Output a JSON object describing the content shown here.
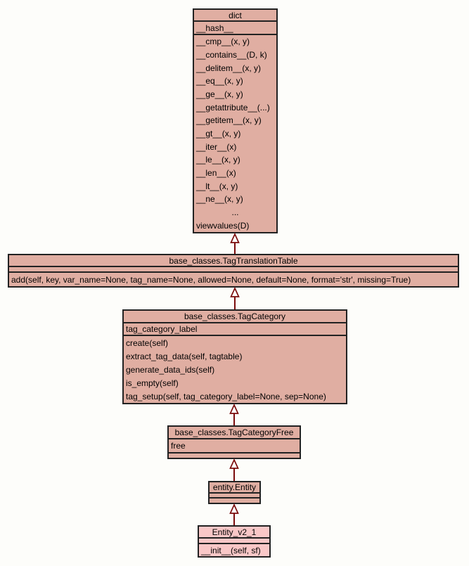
{
  "diagram": {
    "kind": "uml-class-inheritance-diagram",
    "colors": {
      "background": "#fdfdfa",
      "box_fill": "#e0aea2",
      "highlight_fill": "#f9c7c7",
      "border": "#222222",
      "arrow": "#7b0c0c"
    },
    "classes": [
      {
        "name": "dict",
        "attributes": [
          "__hash__"
        ],
        "methods": [
          "__cmp__(x, y)",
          "__contains__(D, k)",
          "__delitem__(x, y)",
          "__eq__(x, y)",
          "__ge__(x, y)",
          "__getattribute__(...)",
          "__getitem__(x, y)",
          "__gt__(x, y)",
          "__iter__(x)",
          "__le__(x, y)",
          "__len__(x)",
          "__lt__(x, y)",
          "__ne__(x, y)",
          "...",
          "viewvalues(D)"
        ]
      },
      {
        "name": "base_classes.TagTranslationTable",
        "attributes": [],
        "methods": [
          "add(self, key, var_name=None, tag_name=None, allowed=None, default=None, format='str', missing=True)"
        ]
      },
      {
        "name": "base_classes.TagCategory",
        "attributes": [
          "tag_category_label"
        ],
        "methods": [
          "create(self)",
          "extract_tag_data(self, tagtable)",
          "generate_data_ids(self)",
          "is_empty(self)",
          "tag_setup(self, tag_category_label=None, sep=None)"
        ]
      },
      {
        "name": "base_classes.TagCategoryFree",
        "attributes": [
          "free"
        ],
        "methods": []
      },
      {
        "name": "entity.Entity",
        "attributes": [],
        "methods": []
      },
      {
        "name": "Entity_v2_1",
        "attributes": [],
        "methods": [
          "__init__(self, sf)"
        ]
      }
    ],
    "edges": [
      {
        "child": "base_classes.TagTranslationTable",
        "parent": "dict",
        "relation": "inherits"
      },
      {
        "child": "base_classes.TagCategory",
        "parent": "base_classes.TagTranslationTable",
        "relation": "inherits"
      },
      {
        "child": "base_classes.TagCategoryFree",
        "parent": "base_classes.TagCategory",
        "relation": "inherits"
      },
      {
        "child": "entity.Entity",
        "parent": "base_classes.TagCategoryFree",
        "relation": "inherits"
      },
      {
        "child": "Entity_v2_1",
        "parent": "entity.Entity",
        "relation": "inherits"
      }
    ]
  }
}
